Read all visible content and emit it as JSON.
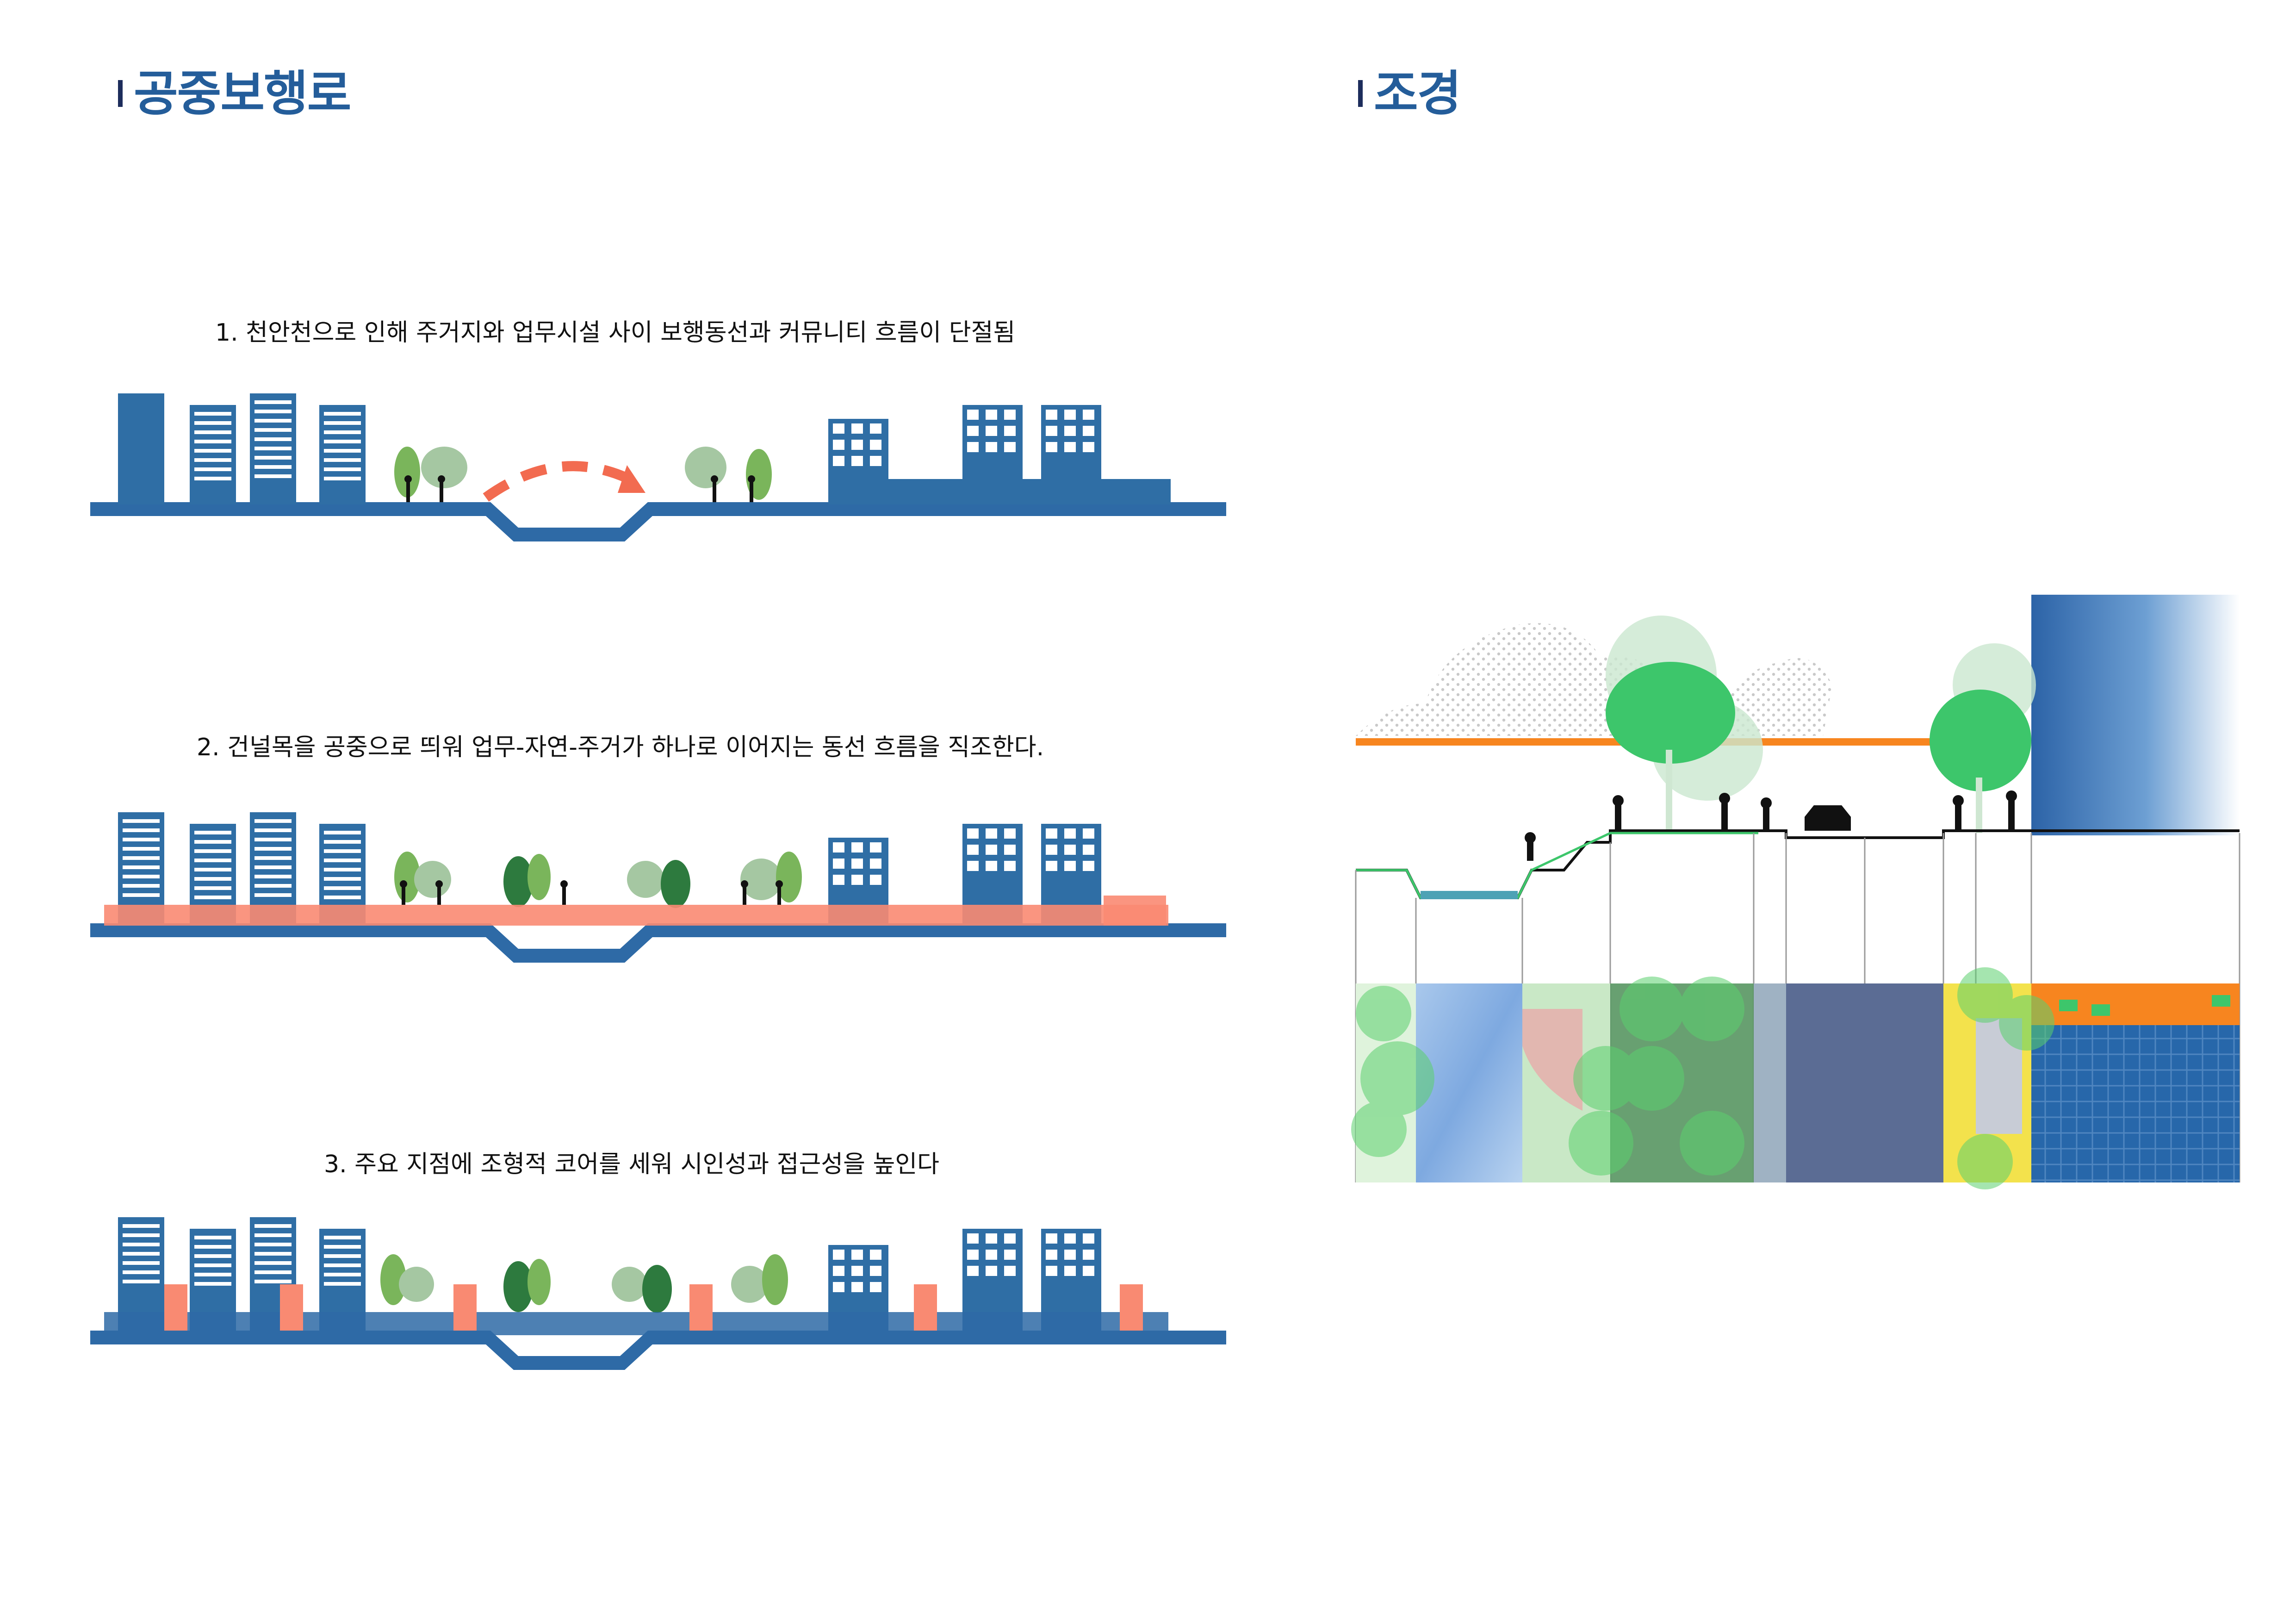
{
  "headings": {
    "left": "공중보행로",
    "right": "조경"
  },
  "steps": [
    {
      "caption": "1. 천안천으로 인해 주거지와 업무시설 사이 보행동선과 커뮤니티 흐름이 단절됨"
    },
    {
      "caption": "2. 건널목을 공중으로 띄워 업무-자연-주거가 하나로 이어지는 동선 흐름을 직조한다."
    },
    {
      "caption": "3. 주요 지점에 조형적 코어를 세워 시인성과 접근성을 높인다"
    }
  ],
  "colors": {
    "building_blue": "#2f6ea5",
    "ground_blue": "#2e6aa6",
    "walkway_coral": "#f98a72",
    "arrow_coral": "#f26b50",
    "tree_green": "#7ab55b",
    "tree_light": "#a5c7a2",
    "tree_dark": "#2d7a3e",
    "landscape_green": "#3dc66b",
    "orange_line": "#f7851f",
    "water_blue": "#8fb4e4",
    "road_slate": "#5b6c94",
    "plaza_yellow": "#f3e24c",
    "facade_blue": "#2767aa"
  }
}
